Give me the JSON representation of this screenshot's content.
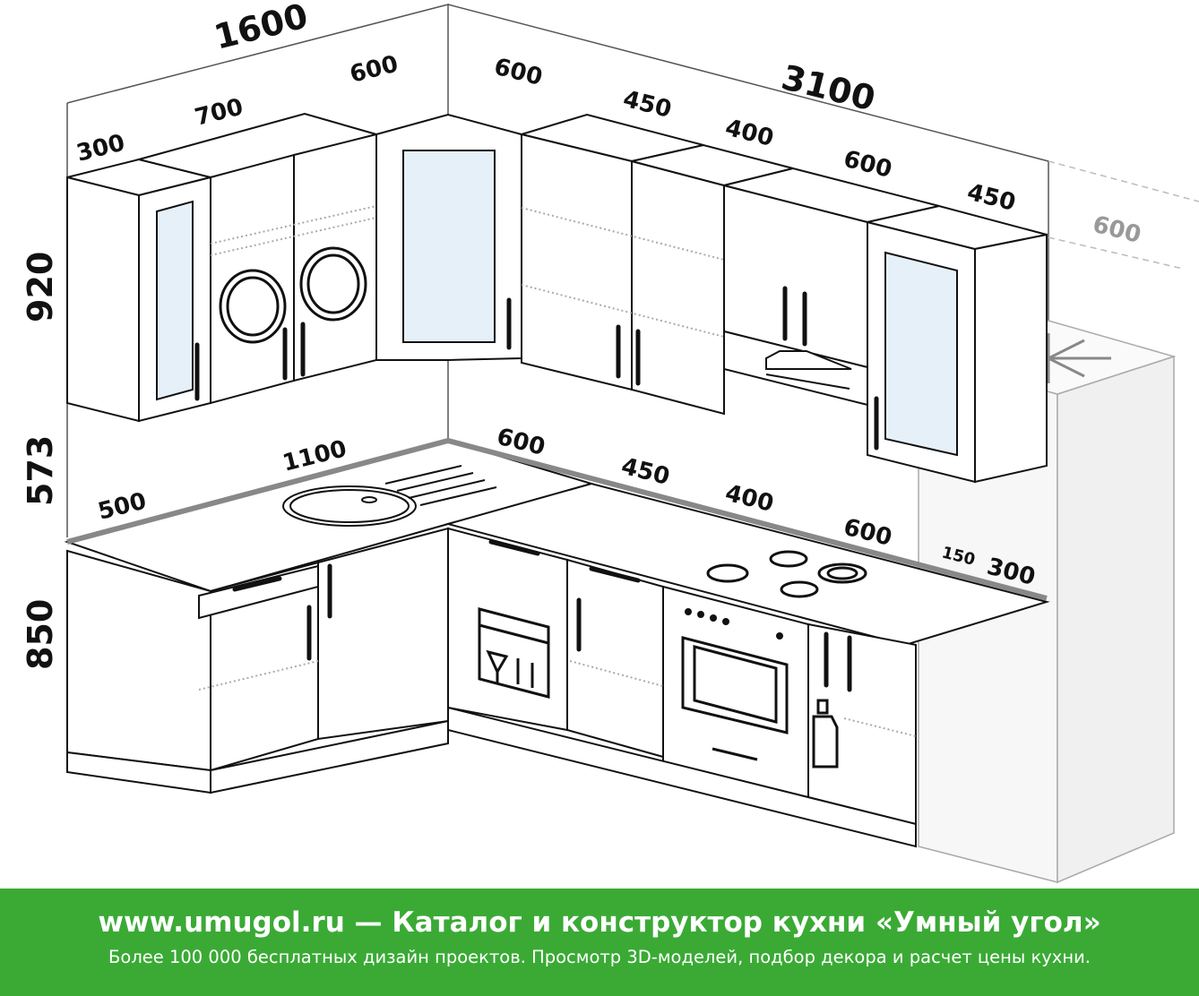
{
  "dimensions": {
    "total_left": "1600",
    "total_right": "3100",
    "upper_widths": [
      "300",
      "700",
      "600",
      "600",
      "450",
      "400",
      "600",
      "450"
    ],
    "fridge_ghost_width": "600",
    "height_upper": "920",
    "height_gap": "573",
    "height_base": "850",
    "counter_left": [
      "500",
      "1100"
    ],
    "counter_right": [
      "600",
      "450",
      "400",
      "600"
    ],
    "filler": "150",
    "fridge_base": "300"
  },
  "colors": {
    "line": "#111111",
    "banner": "#3aaa35",
    "ghost": "#aaaaaa",
    "glass": "#e6f0f8"
  },
  "banner": {
    "title": "www.umugol.ru — Каталог и конструктор кухни «Умный угол»",
    "subtitle": "Более 100 000 бесплатных дизайн проектов. Просмотр 3D-моделей, подбор декора и расчет цены кухни."
  }
}
